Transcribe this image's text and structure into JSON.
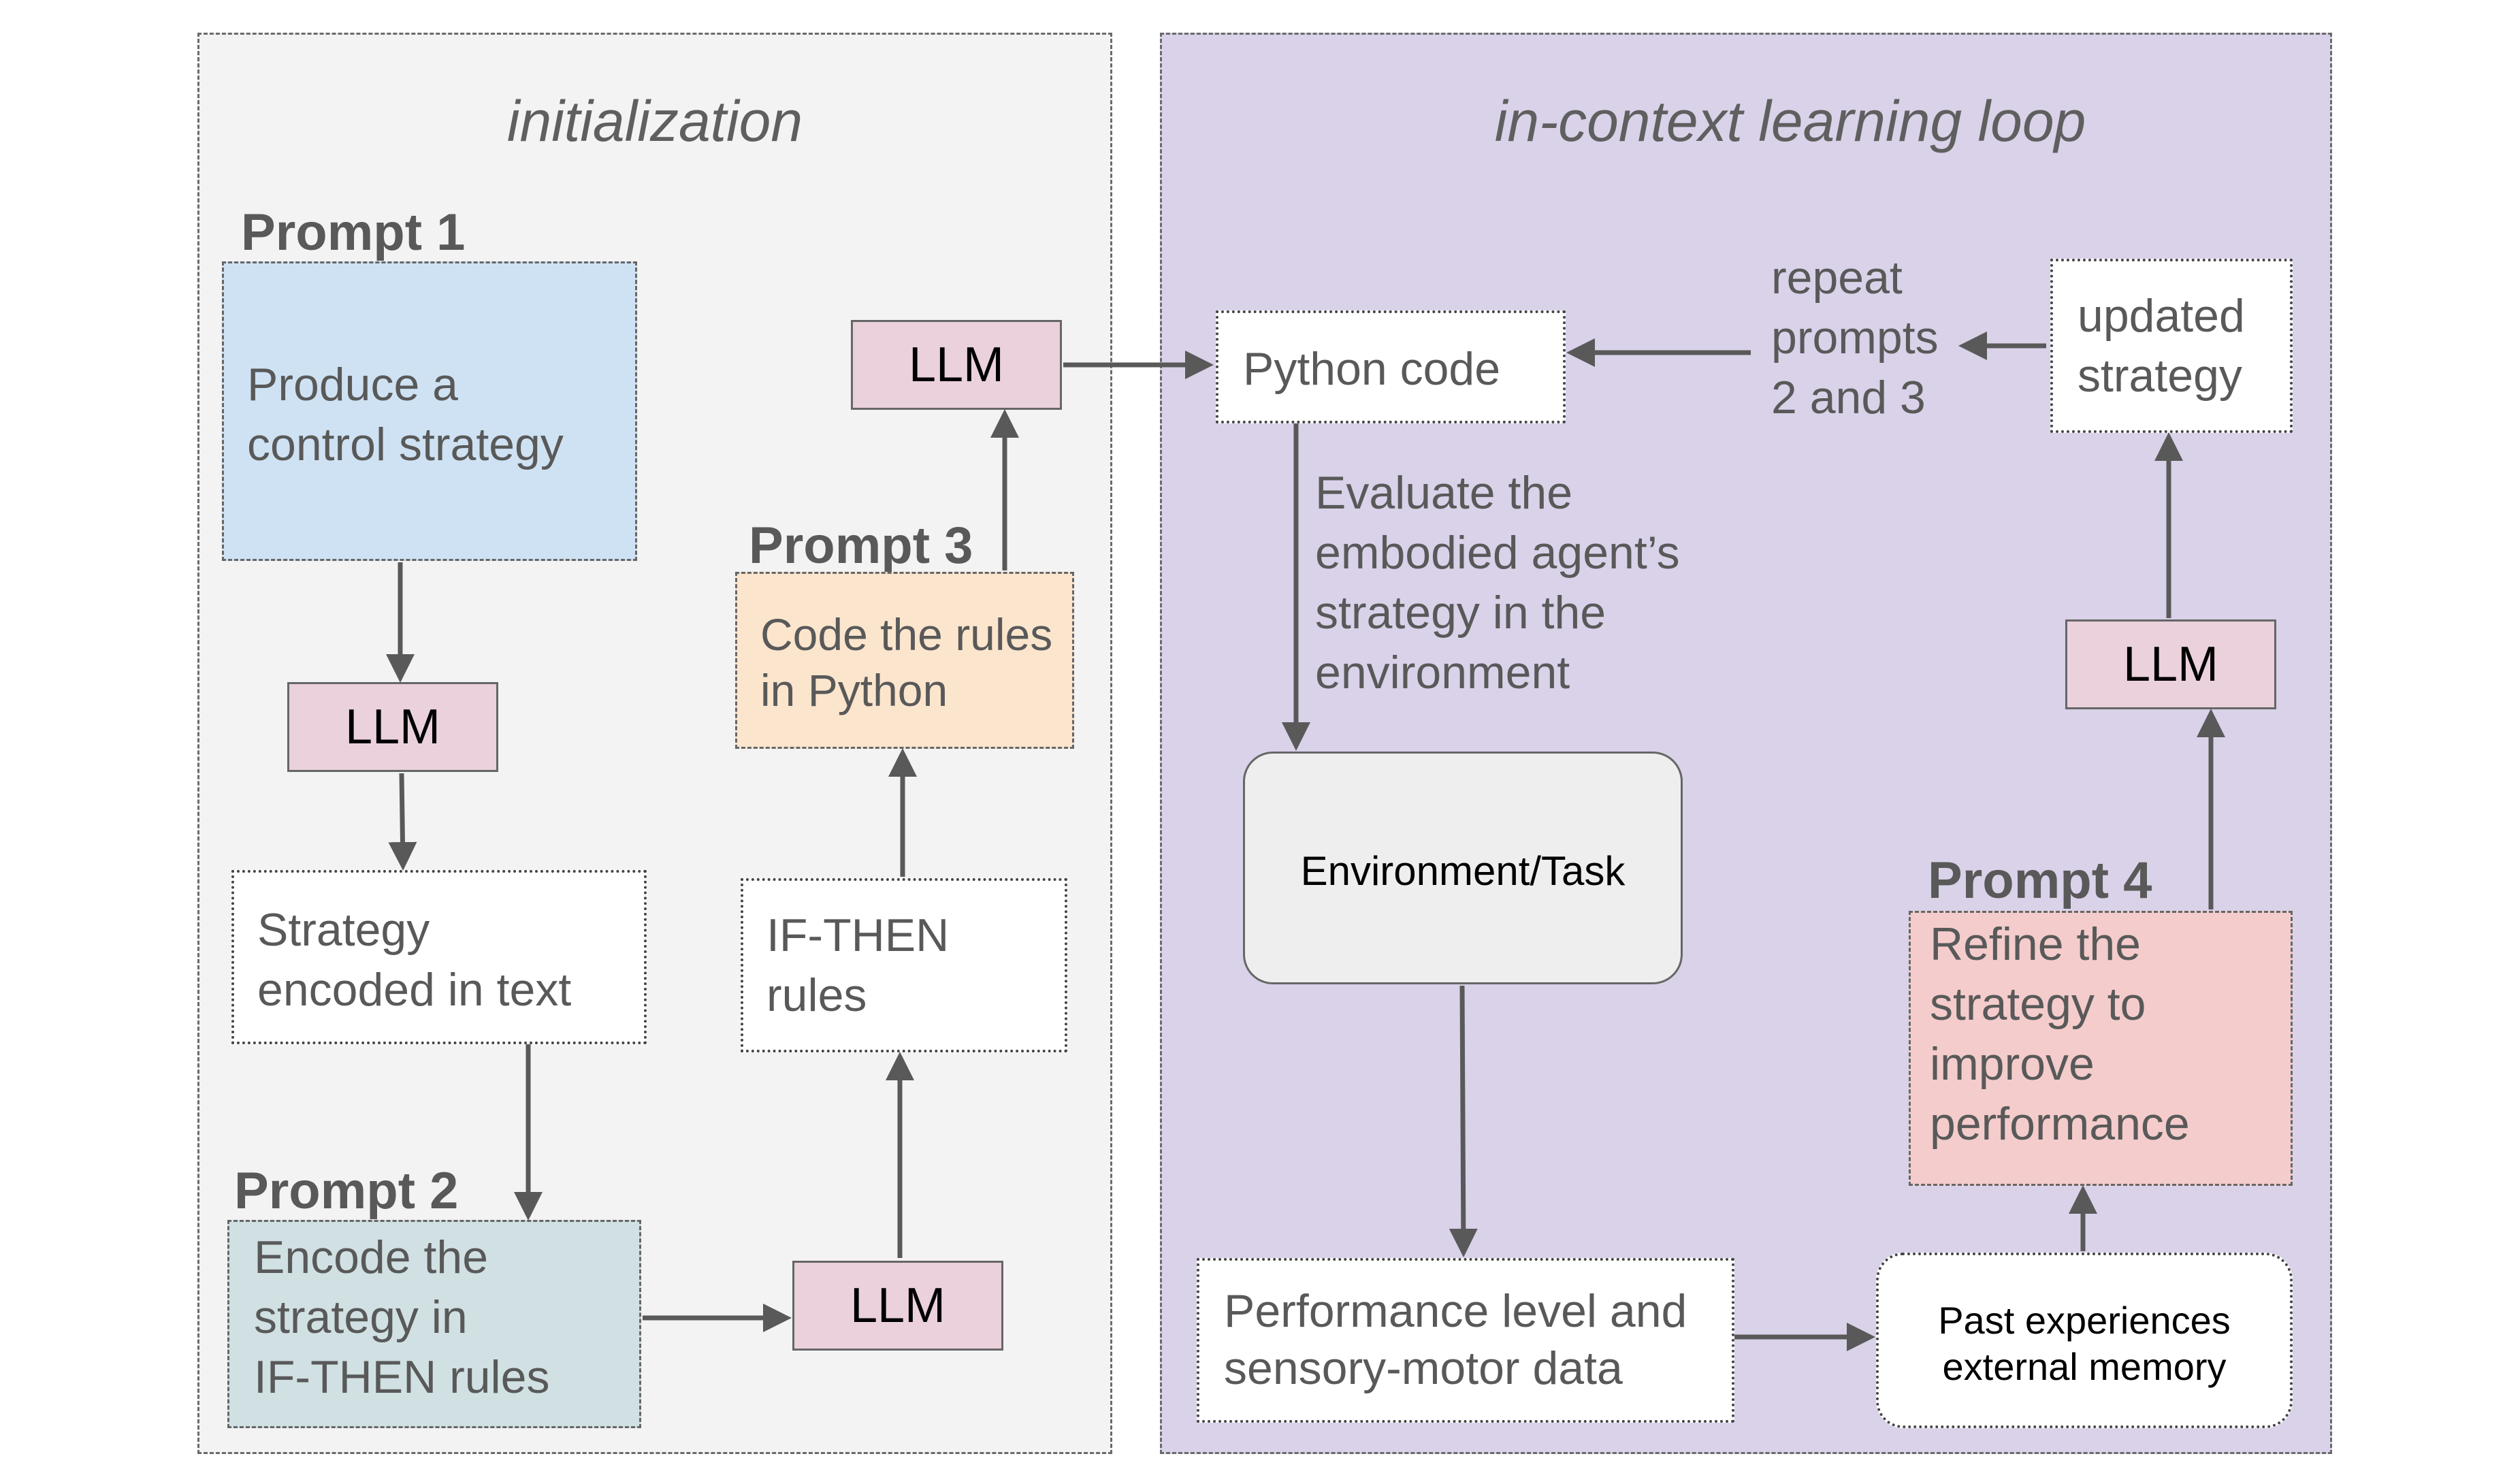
{
  "colors": {
    "init_panel_bg": "#f3f3f3",
    "loop_panel_bg": "#d9d2e9",
    "prompt1_fill": "#cfe2f3",
    "prompt2_fill": "#d0e0e3",
    "prompt3_fill": "#fce5cd",
    "prompt4_fill": "#f4cccc",
    "llm_fill": "#ead1dc",
    "environment_fill": "#eeeeee",
    "arrow": "#595959"
  },
  "initialization": {
    "title": "initialization",
    "prompt1": {
      "label": "Prompt 1",
      "text": "Produce a\ncontrol strategy"
    },
    "llm1": "LLM",
    "strategy_text": "Strategy\nencoded in text",
    "prompt2": {
      "label": "Prompt 2",
      "text": "Encode the\nstrategy in\nIF-THEN rules"
    },
    "llm2": "LLM",
    "if_then_rules": "IF-THEN\nrules",
    "prompt3": {
      "label": "Prompt 3",
      "text": "Code the rules\nin Python"
    },
    "llm3": "LLM"
  },
  "loop": {
    "title": "in-context learning loop",
    "python_code": "Python code",
    "repeat_text": "repeat\nprompts\n2 and 3",
    "updated_strategy": "updated\nstrategy",
    "evaluate_text": "Evaluate the\nembodied agent’s\nstrategy in the\nenvironment",
    "environment": "Environment/Task",
    "llm4": "LLM",
    "prompt4": {
      "label": "Prompt 4",
      "text": "Refine the\nstrategy to\nimprove\nperformance"
    },
    "performance": "Performance level and\nsensory-motor data",
    "past_experiences": "Past experiences\nexternal memory"
  }
}
